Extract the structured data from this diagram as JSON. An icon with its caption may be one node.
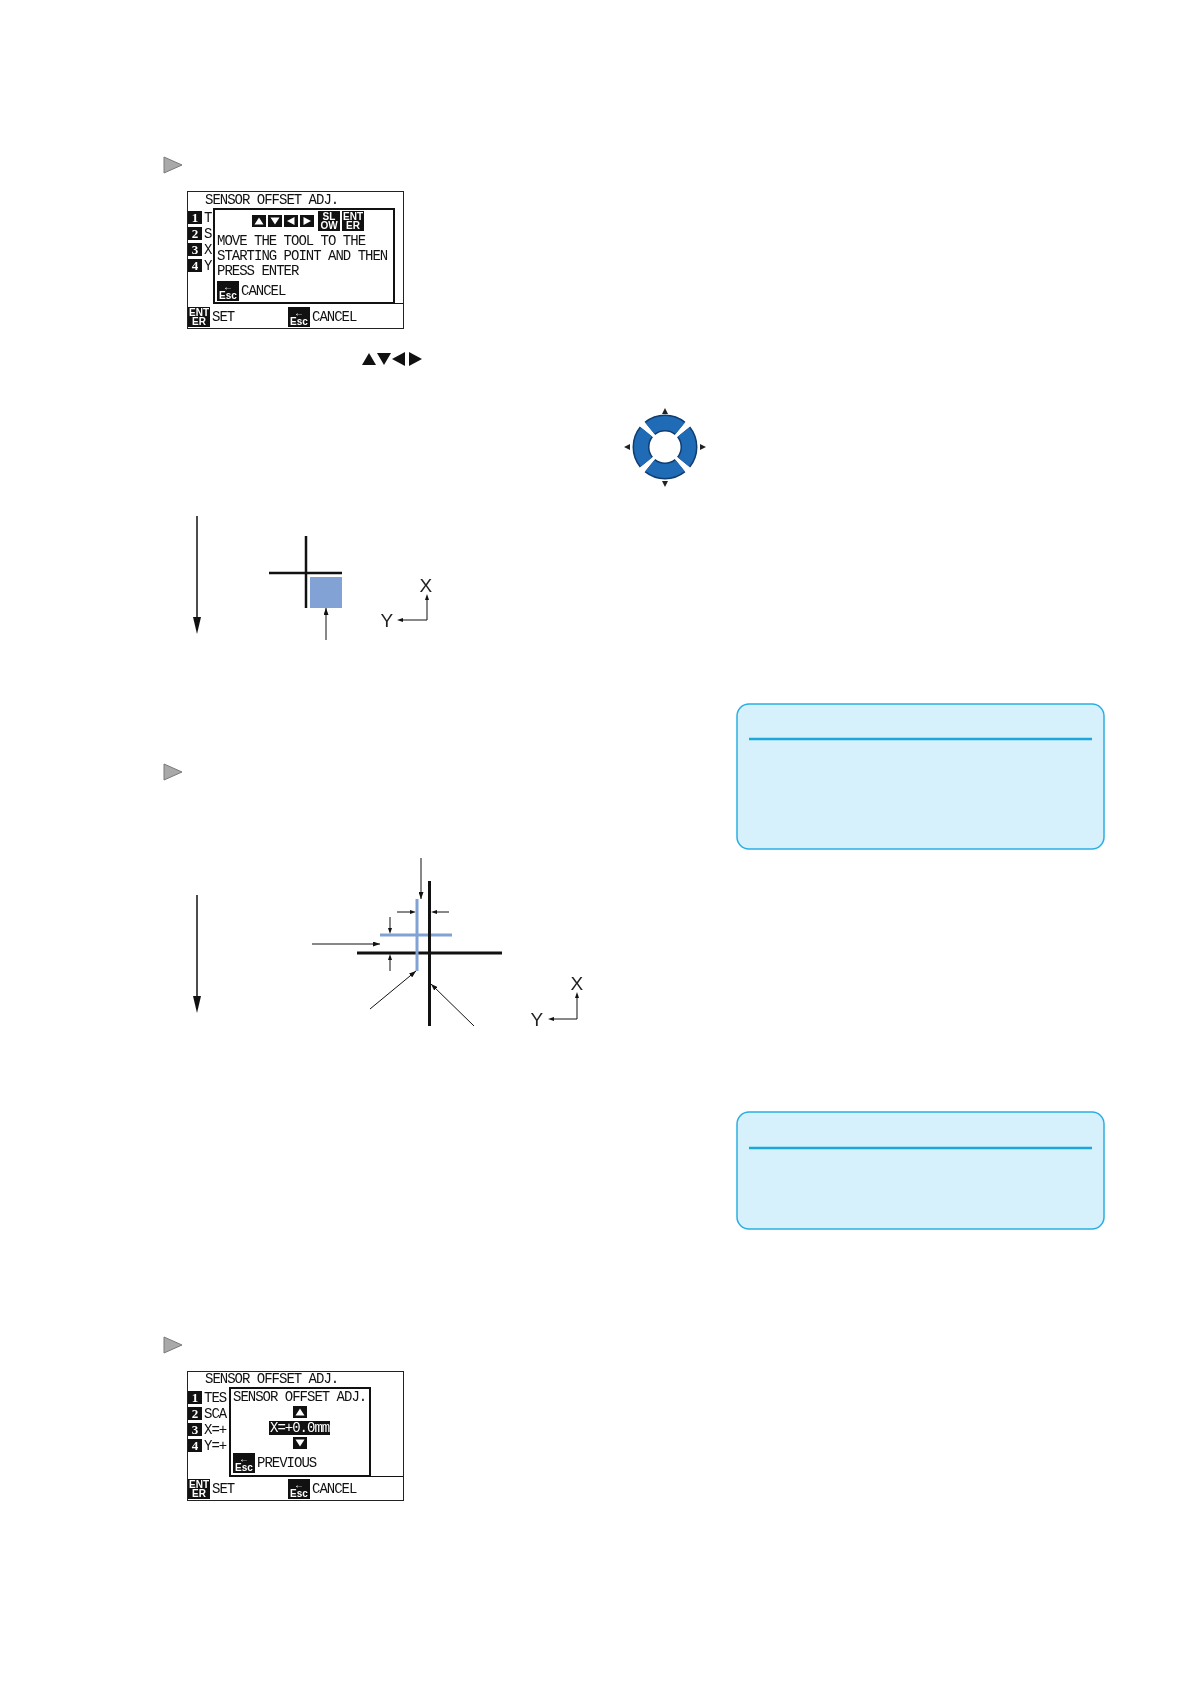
{
  "diagram": {
    "nodes": [
      {
        "text": [
          "SENSOR OFFSET ADJ.",
          "1",
          "T",
          "2",
          "S",
          "3",
          "X",
          "4",
          "Y",
          "ENT ER",
          "SET",
          "← Esc",
          "CANCEL"
        ]
      },
      {
        "text": [
          "SL OW",
          "ENT ER",
          "MOVE THE TOOL TO THE STARTING POINT AND THEN PRESS ENTER",
          "← Esc",
          "CANCEL"
        ],
        "in": 0
      },
      {
        "text": [],
        "shape": "box"
      },
      {
        "text": [],
        "shape": "cross"
      },
      {
        "text": [],
        "shape": "line"
      },
      {
        "text": [
          "SENSOR OFFSET ADJ.",
          "1",
          "TES",
          "2",
          "SCA",
          "3",
          "X=+",
          "4",
          "Y=+",
          "ENT ER",
          "SET",
          "← Esc",
          "CANCEL"
        ]
      },
      {
        "text": [
          "SENSOR OFFSET ADJ.",
          "X=+0.0mm",
          "← Esc",
          "PREVIOUS"
        ],
        "in": 5
      }
    ],
    "edges": [
      {
        "from": null,
        "to": 2,
        "arrow": "to"
      },
      {
        "from": null,
        "to": 3,
        "arrow": "to"
      },
      {
        "from": null,
        "to": 4,
        "arrow": "to"
      },
      {
        "from": null,
        "to": 3,
        "arrow": "to"
      },
      {
        "from": null,
        "to": 3,
        "arrow": "to"
      }
    ],
    "labels": [
      "X",
      "Y",
      "X",
      "Y"
    ]
  }
}
